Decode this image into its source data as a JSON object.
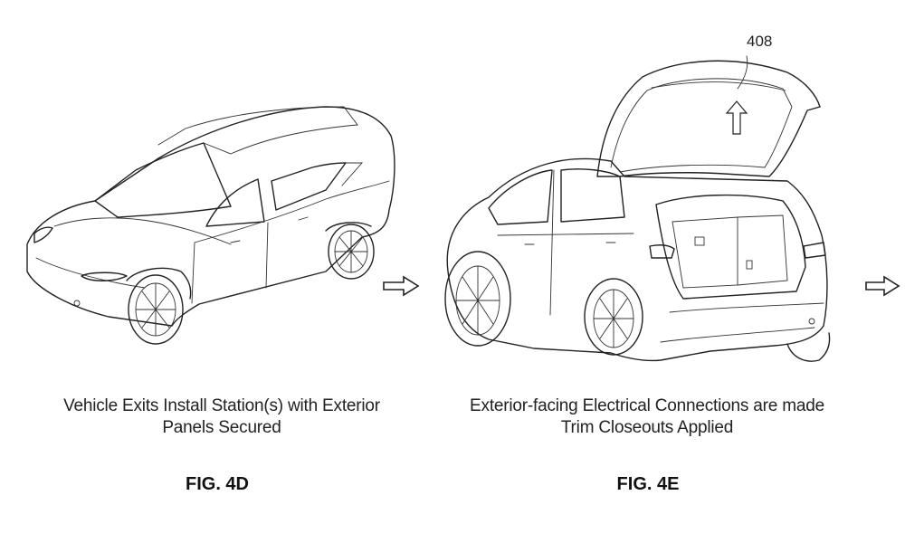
{
  "figures": [
    {
      "id": "4D",
      "label": "FIG. 4D",
      "caption_lines": [
        "Vehicle Exits Install Station(s) with Exterior",
        "Panels Secured"
      ],
      "illustration": "vehicle-front-three-quarter-view"
    },
    {
      "id": "4E",
      "label": "FIG. 4E",
      "caption_lines": [
        "Exterior-facing Electrical Connections are made",
        "Trim Closeouts Applied"
      ],
      "illustration": "vehicle-rear-three-quarter-view-liftgate-open",
      "reference_numerals": [
        {
          "label": "408",
          "target": "liftgate"
        }
      ]
    }
  ],
  "process_arrows": [
    "flow-arrow-right",
    "flow-arrow-right"
  ],
  "colors": {
    "line": "#222222",
    "background": "#ffffff"
  }
}
